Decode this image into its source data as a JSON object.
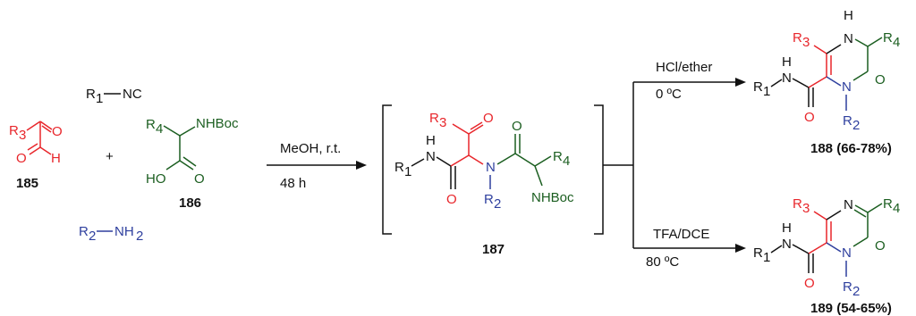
{
  "colors": {
    "glyoxal": "#e8262b",
    "amino_acid": "#1b5e20",
    "amine": "#2e3f9e",
    "ink": "#111111"
  },
  "reagents": {
    "isocyanide": {
      "r": "R",
      "r_sub": "1",
      "group": "NC"
    },
    "glyoxal": {
      "r": "R",
      "r_sub": "3",
      "o_top": "O",
      "o_bot": "O",
      "h": "H",
      "label": "185"
    },
    "plus": "+",
    "acid": {
      "r": "R",
      "r_sub": "4",
      "nhboc": "NHBoc",
      "ho": "HO",
      "o": "O",
      "label": "186"
    },
    "amine": {
      "r": "R",
      "r_sub": "2",
      "group": "NH",
      "group_sub": "2"
    }
  },
  "step1": {
    "above": "MeOH, r.t.",
    "below": "48 h"
  },
  "intermediate": {
    "label": "187",
    "r1": "R",
    "r1_sub": "1",
    "h": "H",
    "n_amide": "N",
    "r3": "R",
    "r3_sub": "3",
    "o_ketone": "O",
    "o_amide": "O",
    "n_center": "N",
    "r2": "R",
    "r2_sub": "2",
    "o_gly": "O",
    "r4": "R",
    "r4_sub": "4",
    "nhboc": "NHBoc"
  },
  "branch_top": {
    "above": "HCl/ether",
    "below": "0 ºC"
  },
  "branch_bottom": {
    "above": "TFA/DCE",
    "below": "80 ºC"
  },
  "product188": {
    "label": "188 (66-78%)",
    "r1": "R",
    "r1_sub": "1",
    "h_amide": "H",
    "n_amide": "N",
    "r3": "R",
    "r3_sub": "3",
    "h_ring": "H",
    "n_ring_top": "N",
    "r4": "R",
    "r4_sub": "4",
    "n_ring_bot": "N",
    "o_ring": "O",
    "o_amide": "O",
    "r2": "R",
    "r2_sub": "2"
  },
  "product189": {
    "label": "189 (54-65%)",
    "r1": "R",
    "r1_sub": "1",
    "h_amide": "H",
    "n_amide": "N",
    "r3": "R",
    "r3_sub": "3",
    "n_ring_top": "N",
    "r4": "R",
    "r4_sub": "4",
    "n_ring_bot": "N",
    "o_ring": "O",
    "o_amide": "O",
    "r2": "R",
    "r2_sub": "2"
  }
}
